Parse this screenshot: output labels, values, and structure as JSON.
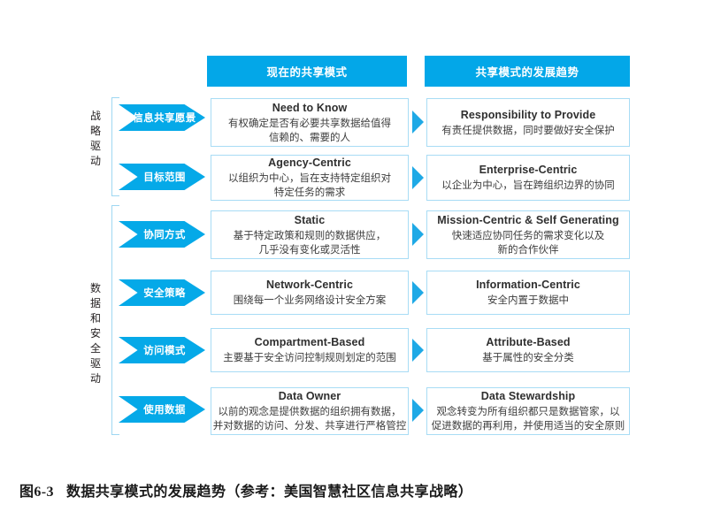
{
  "figure": {
    "caption_number": "图6-3",
    "caption_text": "数据共享模式的发展趋势（参考：美国智慧社区信息共享战略）",
    "colors": {
      "primary_blue": "#03A7E8",
      "chevron_blue": "#05A9E8",
      "arrow_blue": "#1EA9E6",
      "box_border": "#A8DCF5",
      "bracket": "#9ED7F2",
      "text_dark": "#3d3d3d",
      "background": "#ffffff"
    }
  },
  "headers": {
    "current": "现在的共享模式",
    "trend": "共享模式的发展趋势"
  },
  "groups": [
    {
      "id": "strategy",
      "label_chars": [
        "战",
        "略",
        "驱",
        "动"
      ]
    },
    {
      "id": "data",
      "label_chars": [
        "数",
        "据",
        "和",
        "安",
        "全",
        "驱",
        "动"
      ]
    }
  ],
  "rows": [
    {
      "chevron": "信息共享愿景",
      "left": {
        "en": "Need to Know",
        "cn": [
          "有权确定是否有必要共享数据给值得",
          "信赖的、需要的人"
        ]
      },
      "right": {
        "en": "Responsibility to Provide",
        "cn": [
          "有责任提供数据，同时要做好安全保护"
        ]
      }
    },
    {
      "chevron": "目标范围",
      "left": {
        "en": "Agency-Centric",
        "cn": [
          "以组织为中心，旨在支持特定组织对",
          "特定任务的需求"
        ]
      },
      "right": {
        "en": "Enterprise-Centric",
        "cn": [
          "以企业为中心，旨在跨组织边界的协同"
        ]
      }
    },
    {
      "chevron": "协同方式",
      "left": {
        "en": "Static",
        "cn": [
          "基于特定政策和规则的数据供应，",
          "几乎没有变化或灵活性"
        ]
      },
      "right": {
        "en": "Mission-Centric & Self Generating",
        "cn": [
          "快速适应协同任务的需求变化以及",
          "新的合作伙伴"
        ]
      }
    },
    {
      "chevron": "安全策略",
      "left": {
        "en": "Network-Centric",
        "cn": [
          "围绕每一个业务网络设计安全方案"
        ]
      },
      "right": {
        "en": "Information-Centric",
        "cn": [
          "安全内置于数据中"
        ]
      }
    },
    {
      "chevron": "访问模式",
      "left": {
        "en": "Compartment-Based",
        "cn": [
          "主要基于安全访问控制规则划定的范围"
        ]
      },
      "right": {
        "en": "Attribute-Based",
        "cn": [
          "基于属性的安全分类"
        ]
      }
    },
    {
      "chevron": "使用数据",
      "left": {
        "en": "Data Owner",
        "cn": [
          "以前的观念是提供数据的组织拥有数据，",
          "并对数据的访问、分发、共享进行严格管控"
        ]
      },
      "right": {
        "en": "Data Stewardship",
        "cn": [
          "观念转变为所有组织都只是数据管家，以",
          "促进数据的再利用，并使用适当的安全原则"
        ]
      }
    }
  ]
}
